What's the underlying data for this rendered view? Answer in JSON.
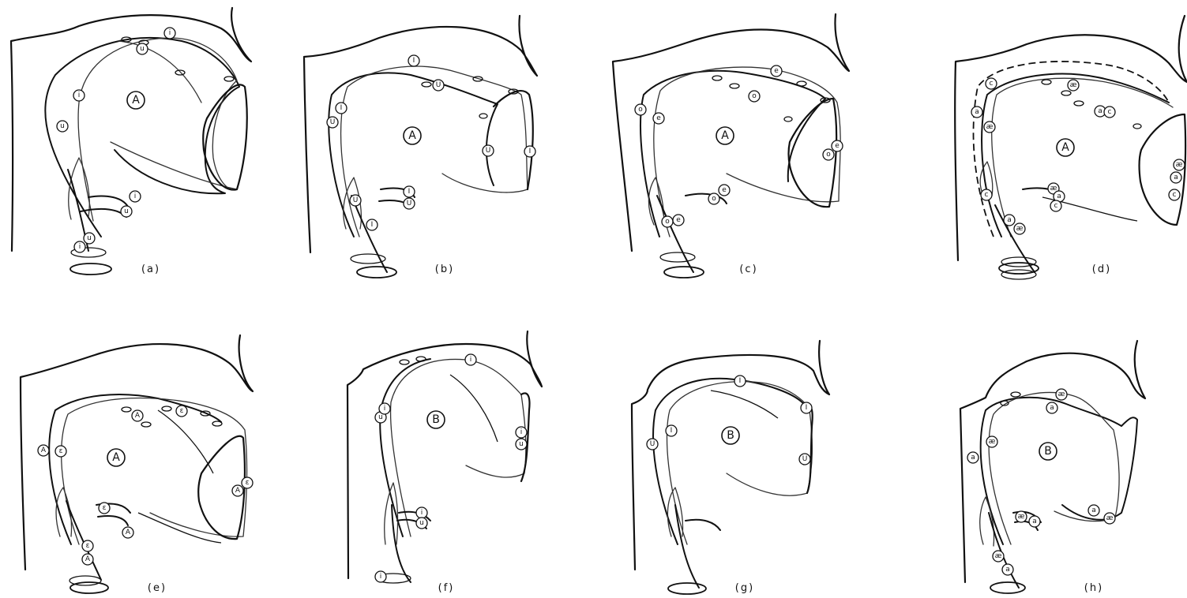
{
  "panels": [
    {
      "caption": "(a)",
      "speaker": "A",
      "markers": {
        "m1": "i",
        "m2": "u",
        "m3": "i",
        "m4": "u",
        "m5": "i",
        "m6": "u",
        "m7": "u",
        "m8": "i"
      }
    },
    {
      "caption": "(b)",
      "speaker": "A",
      "markers": {
        "m1": "I",
        "m2": "U",
        "m3": "I",
        "m4": "U",
        "m5": "U",
        "m6": "I",
        "m7": "I",
        "m8": "U",
        "m9": "U",
        "m10": "I"
      }
    },
    {
      "caption": "(c)",
      "speaker": "A",
      "markers": {
        "m1": "e",
        "m2": "o",
        "m3": "o",
        "m4": "e",
        "m5": "o",
        "m6": "e",
        "m7": "e",
        "m8": "o",
        "m9": "o",
        "m10": "e"
      }
    },
    {
      "caption": "(d)",
      "speaker": "A",
      "markers": {
        "m1": "c",
        "m2": "æ",
        "m3": "a",
        "m4": "æ",
        "m5": "a",
        "m6": "c",
        "m7": "æ",
        "m8": "a",
        "m9": "c",
        "m10": "c",
        "m11": "æ",
        "m12": "a",
        "m13": "c",
        "m14": "a",
        "m15": "æ"
      }
    },
    {
      "caption": "(e)",
      "speaker": "A",
      "markers": {
        "m1": "A",
        "m2": "ε",
        "m3": "A",
        "m4": "ε",
        "m5": "A",
        "m6": "ε",
        "m7": "ε",
        "m8": "A",
        "m9": "ε",
        "m10": "A"
      }
    },
    {
      "caption": "(f)",
      "speaker": "B",
      "markers": {
        "m1": "i",
        "m2": "u",
        "m3": "i",
        "m4": "i",
        "m5": "u",
        "m6": "i",
        "m7": "u",
        "m8": "i"
      }
    },
    {
      "caption": "(g)",
      "speaker": "B",
      "markers": {
        "m1": "I",
        "m2": "I",
        "m3": "U",
        "m4": "I",
        "m5": "U"
      }
    },
    {
      "caption": "(h)",
      "speaker": "B",
      "markers": {
        "m1": "æ",
        "m2": "a",
        "m3": "a",
        "m4": "æ",
        "m5": "a",
        "m6": "æ",
        "m7": "æ",
        "m8": "a",
        "m9": "æ",
        "m10": "a"
      }
    }
  ]
}
